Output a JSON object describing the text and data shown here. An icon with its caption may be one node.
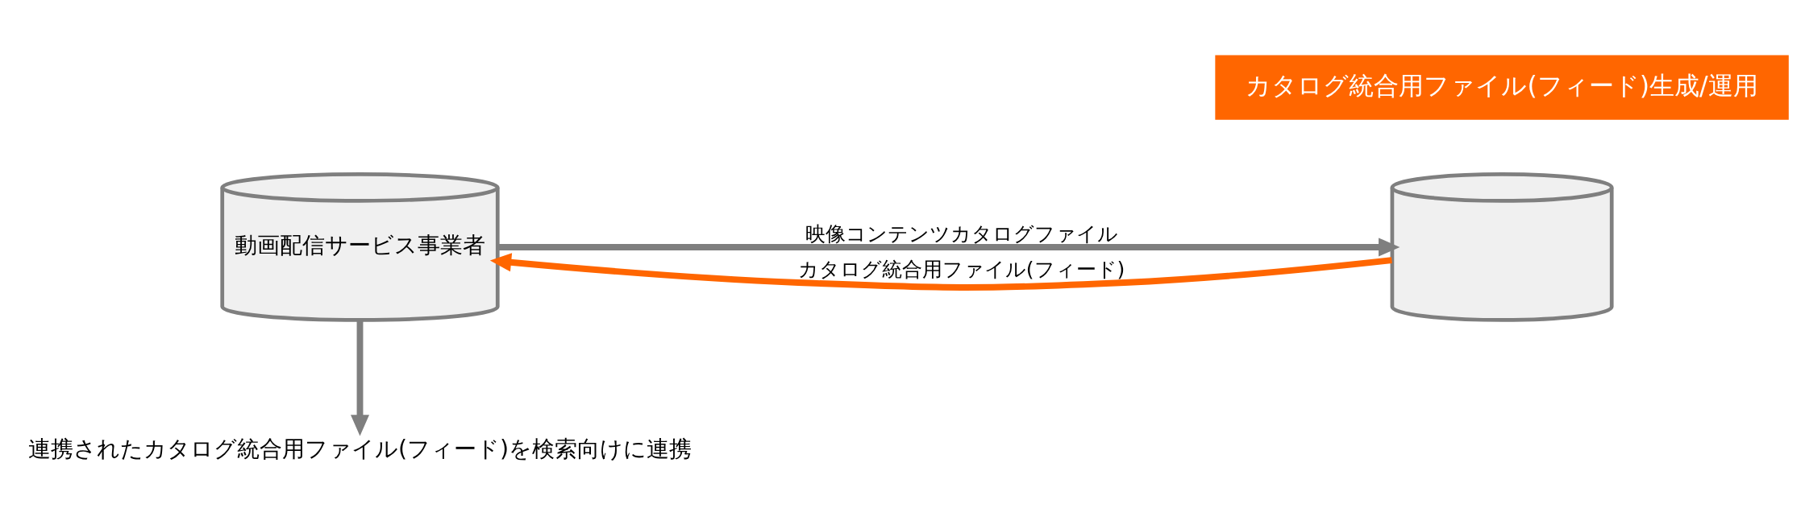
{
  "diagram": {
    "nodes": [
      {
        "text": [
          "動画配信サービス事業者"
        ]
      },
      {
        "text": [],
        "shape": "cylinder"
      },
      {
        "text": [
          "カタログ統合用ファイル(フィード)生成/運用"
        ]
      },
      {
        "text": [
          "連携されたカタログ統合用ファイル(フィード)を検索向けに連携"
        ]
      }
    ],
    "edges": [
      {
        "from": 0,
        "to": 1,
        "arrow": "to",
        "label": "映像コンテンツカタログファイル"
      },
      {
        "from": 1,
        "to": 0,
        "arrow": "to",
        "label": "カタログ統合用ファイル(フィード)",
        "color": "#ff6600"
      },
      {
        "from": 0,
        "to": 3,
        "arrow": "to"
      }
    ]
  }
}
